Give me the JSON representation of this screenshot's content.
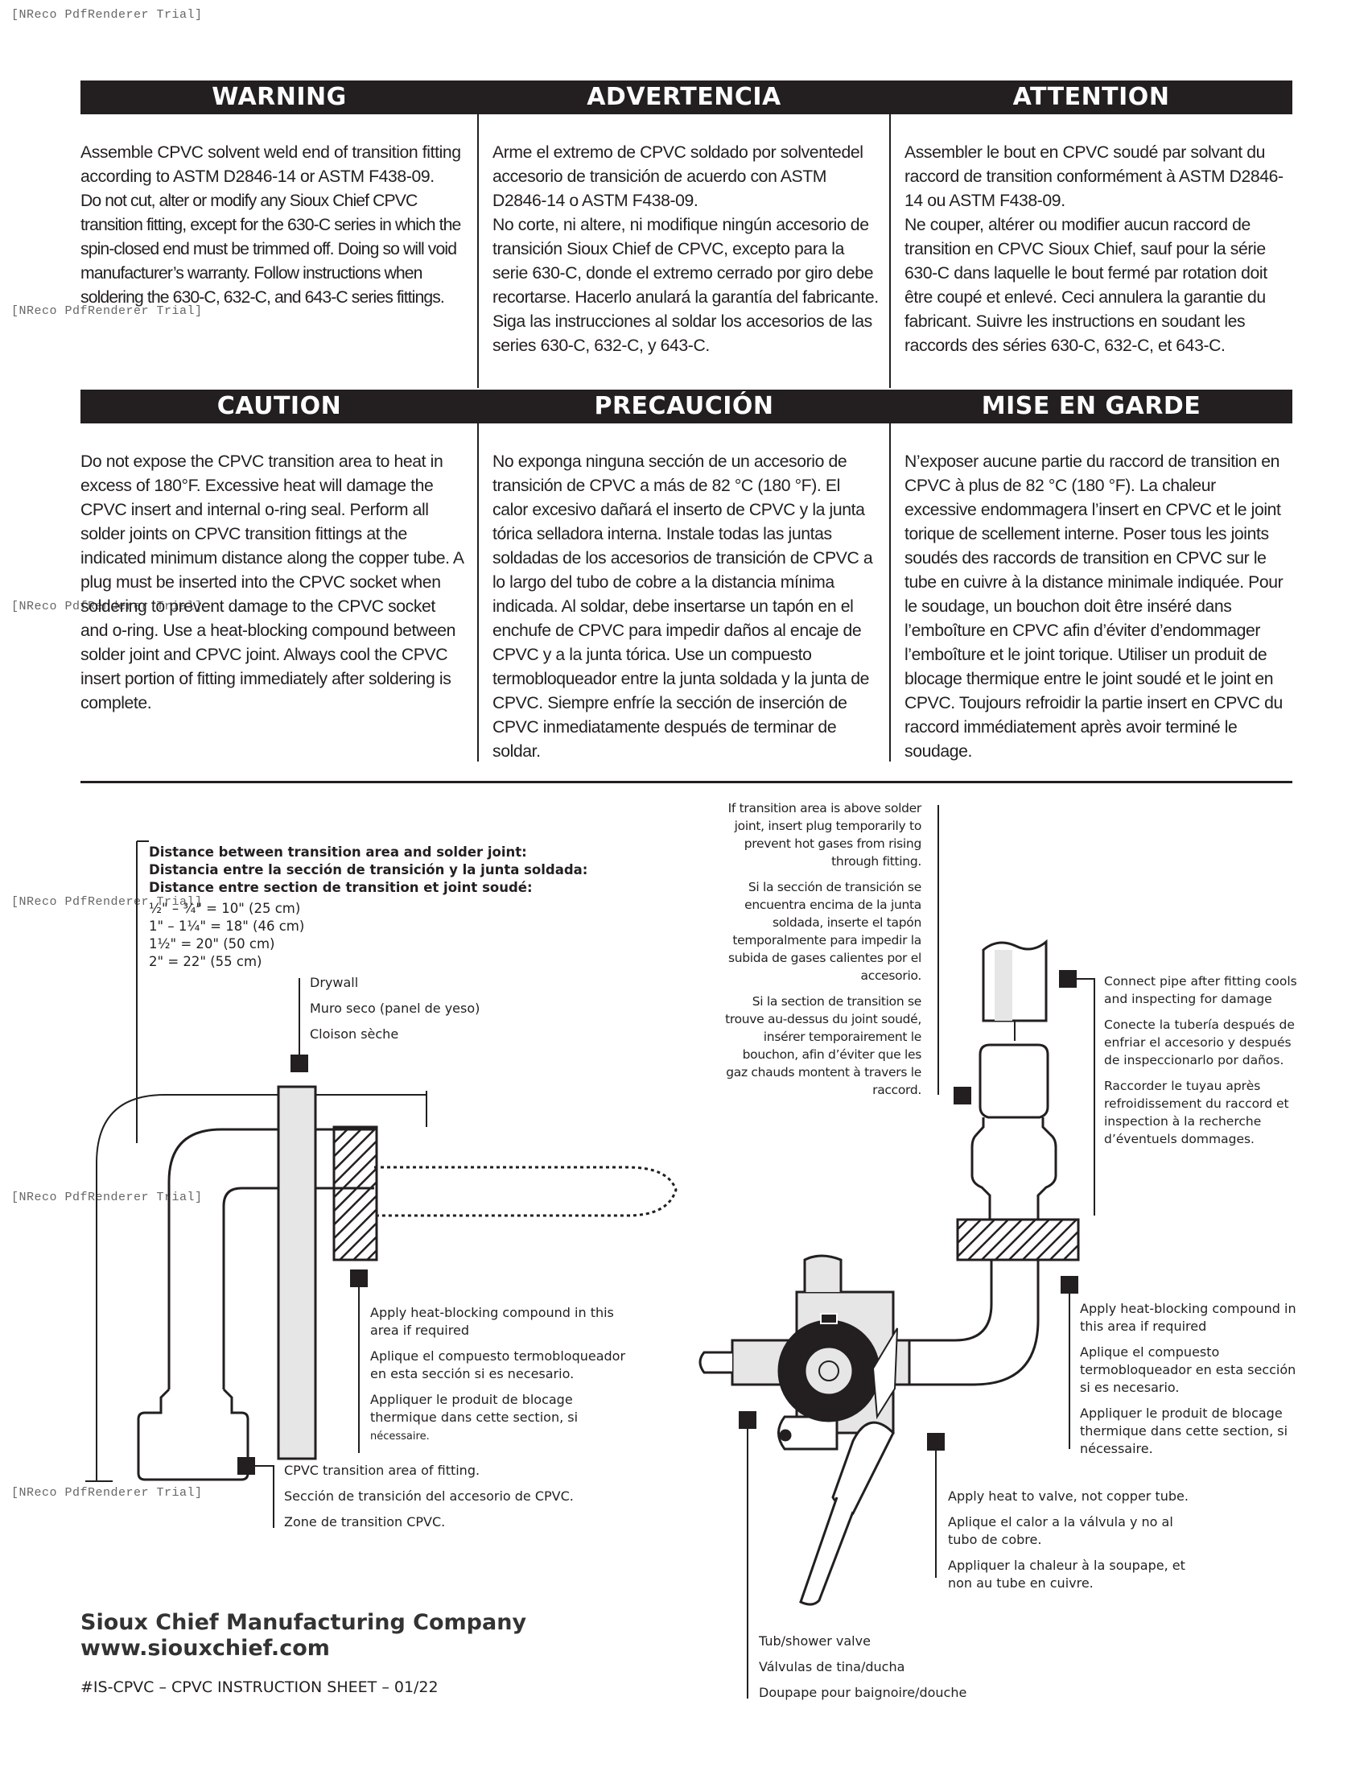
{
  "watermark": "[NReco PdfRenderer Trial]",
  "headers": {
    "warning": [
      "WARNING",
      "ADVERTENCIA",
      "ATTENTION"
    ],
    "caution": [
      "CAUTION",
      "PRECAUCIÓN",
      "MISE EN GARDE"
    ]
  },
  "warning_text": [
    [
      "Assemble CPVC solvent weld end of transition fitting according to ASTM D2846-14 or ASTM F438-09.",
      "Do not cut, alter or modify any Sioux Chief CPVC transition fitting, except for the 630-C series in which the spin-closed end must be trimmed off. Doing so will void manufacturer’s warranty. Follow instructions when soldering the 630-C, 632-C, and 643-C series fittings."
    ],
    [
      "Arme el extremo de CPVC soldado por solventedel accesorio de transición de acuerdo con ASTM D2846-14 o ASTM F438-09.",
      "No corte, ni altere, ni modifique ningún accesorio de transición Sioux Chief de CPVC, excepto para la serie 630-C, donde el extremo cerrado por giro debe recortarse. Hacerlo anulará la garantía del fabricante. Siga las instrucciones al soldar los accesorios de las series 630-C, 632-C, y 643-C."
    ],
    [
      "Assembler le bout en CPVC soudé par solvant du raccord de transition conformément à ASTM D2846-14 ou ASTM F438-09.",
      "Ne couper, altérer ou modifier aucun raccord de transition en CPVC Sioux Chief, sauf pour la série 630-C dans laquelle le bout fermé par rotation doit être coupé et enlevé. Ceci annulera la garantie du fabricant. Suivre les instructions en soudant les raccords des séries 630-C, 632-C, et 643-C."
    ]
  ],
  "caution_text": [
    "Do not expose the CPVC transition area to heat in excess of 180°F. Excessive heat will damage the CPVC insert and internal o-ring seal. Perform all solder joints on CPVC transition fittings at the indicated minimum distance along the copper tube. A plug must be inserted into the CPVC socket when soldering to prevent damage to the CPVC socket and o-ring. Use a heat-blocking compound between solder joint and CPVC joint. Always cool the CPVC insert portion of fitting immediately after soldering is complete.",
    "No exponga ninguna sección de un accesorio de transición de CPVC a más de 82 °C (180 °F). El calor excesivo dañará el inserto de CPVC y la junta tórica selladora interna. Instale todas las juntas soldadas de los accesorios de transición de CPVC a lo largo del tubo de cobre a la distancia mínima indicada. Al soldar, debe insertarse un tapón en el enchufe de CPVC para impedir daños al encaje de CPVC y a la junta tórica. Use un compuesto termobloqueador entre la junta soldada y la junta de CPVC. Siempre enfríe la sección de inserción de CPVC inmediatamente después de terminar de soldar.",
    "N’exposer aucune partie du raccord de transition en CPVC à plus de 82 °C (180 °F). La chaleur excessive endommagera l’insert en CPVC et le joint torique de scellement interne. Poser tous les joints soudés des raccords de transition en CPVC sur le tube en cuivre à la distance minimale indiquée. Pour le soudage, un bouchon doit être inséré dans l’emboîture en CPVC afin d’éviter d’endommager l’emboîture et le joint torique. Utiliser un produit de blocage thermique entre le joint soudé et le joint en CPVC. Toujours refroidir la partie insert en CPVC du raccord immédiatement après avoir terminé le soudage."
  ],
  "distance": {
    "titles": [
      "Distance between transition area and solder joint:",
      "Distancia entre la sección de transición y la junta soldada:",
      "Distance entre section de transition et joint soudé:"
    ],
    "values": [
      "½\" – ¾\" = 10\" (25 cm)",
      "1\" – 1¼\" = 18\" (46 cm)",
      "1½\" = 20\" (50 cm)",
      "2\" = 22\" (55 cm)"
    ]
  },
  "drywall": [
    "Drywall",
    "Muro seco (panel de yeso)",
    "Cloison sèche"
  ],
  "heat_block_left": [
    "Apply heat-blocking compound in this area if required",
    "Aplique el compuesto termobloqueador en esta sección si es necesario.",
    "Appliquer le produit de blocage thermique dans cette section, si",
    "nécessaire."
  ],
  "transition_area": [
    "CPVC transition area of fitting.",
    "Sección de transición del accesorio de CPVC.",
    "Zone de transition CPVC."
  ],
  "plug_note": [
    "If transition area is above solder joint, insert plug temporarily to prevent hot gases from rising through fitting.",
    "Si la sección de transición se encuentra encima de la junta soldada, inserte el tapón temporalmente para impedir la subida de gases calientes por el accesorio.",
    "Si la section de transition se trouve au-dessus du joint soudé, insérer temporairement le bouchon, afin d’éviter que les gaz chauds montent à travers le raccord."
  ],
  "connect_pipe": [
    "Connect pipe after fitting cools and inspecting for damage",
    "Conecte la tubería después de enfriar el accesorio y después de inspeccionarlo por daños.",
    "Raccorder le tuyau après refroidissement du raccord et inspection à la recherche d’éventuels dommages."
  ],
  "heat_block_right": [
    "Apply heat-blocking compound in this area if required",
    "Aplique el compuesto termobloqueador en esta sección si es necesario.",
    "Appliquer le produit de blocage thermique dans cette section, si nécessaire."
  ],
  "apply_heat": [
    "Apply heat to valve, not copper tube.",
    "Aplique el calor a la válvula y no al tubo de cobre.",
    "Appliquer la chaleur à la soupape, et non au tube en cuivre."
  ],
  "valve": [
    "Tub/shower valve",
    "Válvulas de tina/ducha",
    "Doupape pour baignoire/douche"
  ],
  "footer": {
    "company": "Sioux Chief Manufacturing Company",
    "url": "www.siouxchief.com",
    "doc_id": "#IS-CPVC – CPVC INSTRUCTION SHEET – 01/22"
  }
}
